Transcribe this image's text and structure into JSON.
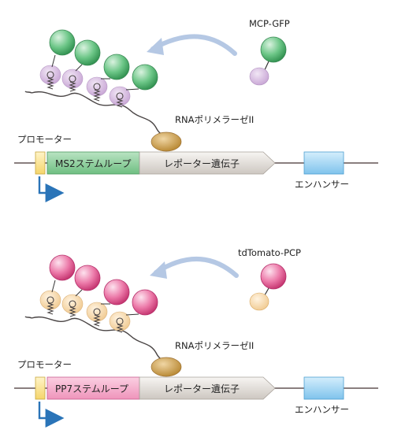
{
  "panels": [
    {
      "id": "ms2",
      "fusion_label": "MCP-GFP",
      "polymerase_label": "RNAポリメラーゼII",
      "promoter_label": "プロモーター",
      "stemloop_label": "MS2ステムループ",
      "reporter_label": "レポーター遺伝子",
      "enhancer_label": "エンハンサー",
      "fp_color": "#5cbb7a",
      "binder_color": "#d4b5dd",
      "stemloop_fill": "#7cc58d"
    },
    {
      "id": "pp7",
      "fusion_label": "tdTomato-PCP",
      "polymerase_label": "RNAポリメラーゼII",
      "promoter_label": "プロモーター",
      "stemloop_label": "PP7ステムループ",
      "reporter_label": "レポーター遺伝子",
      "enhancer_label": "エンハンサー",
      "fp_color": "#e8679a",
      "binder_color": "#f4d6aa",
      "stemloop_fill": "#f2a3c6"
    }
  ],
  "colors": {
    "dna_line": "#8a7f7f",
    "promoter_fill": "#fbe79b",
    "enhancer_fill": "#8fcdf2",
    "tss_arrow": "#2a74b8",
    "polymerase": "#c89a4e",
    "binding_arrow": "#b5c8e4"
  }
}
